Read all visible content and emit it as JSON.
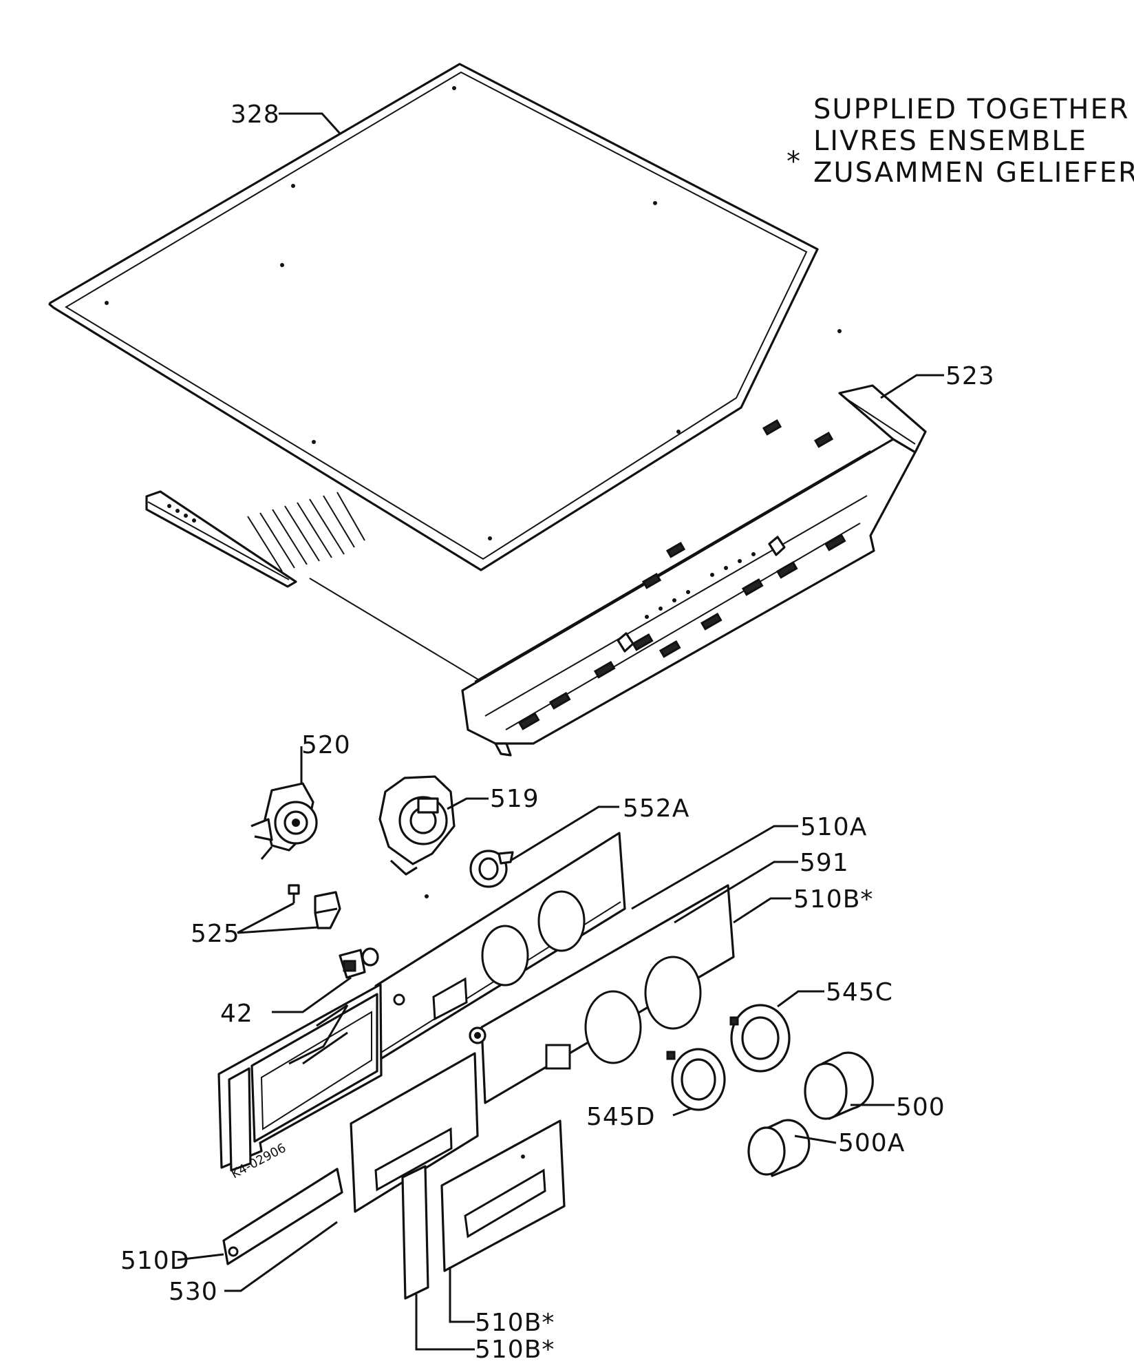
{
  "note": {
    "asterisk": "*",
    "lines": [
      "SUPPLIED TOGETHER",
      "LIVRES ENSEMBLE",
      "ZUSAMMEN GELIEFERT"
    ]
  },
  "labels": {
    "l328": "328",
    "l523": "523",
    "l520": "520",
    "l519": "519",
    "l552a": "552A",
    "l510a": "510A",
    "l591": "591",
    "l510b_star": "510B*",
    "l525": "525",
    "l42": "42",
    "l545c": "545C",
    "l500": "500",
    "l545d": "545D",
    "l500a": "500A",
    "l510d": "510D",
    "l530": "530",
    "l510b_star_2": "510B*",
    "l510b_star_3": "510B*"
  },
  "drawing_code": "K4-02906"
}
